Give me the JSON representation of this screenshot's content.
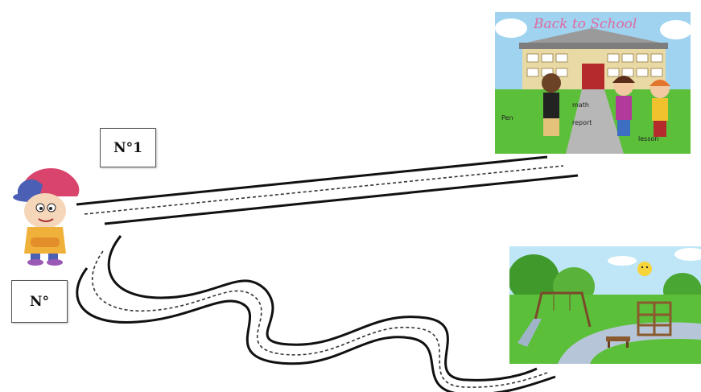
{
  "labels": {
    "route_one": "N°1",
    "route_two": "N°"
  },
  "school_picture": {
    "banner_text": "Back to School",
    "scribble_words": [
      "Pen",
      "math",
      "report",
      "lesson"
    ]
  },
  "colors": {
    "sky": "#9fd3f0",
    "school_wall": "#e9d9a4",
    "school_roof": "#9a9a9a",
    "grass": "#5cbf3a",
    "park_sky": "#bfe6f6",
    "park_path": "#b6c6d8",
    "road_line": "#222222"
  },
  "icons": [
    "kid-cap-icon",
    "school-scene-icon",
    "park-scene-icon",
    "sun-icon"
  ]
}
